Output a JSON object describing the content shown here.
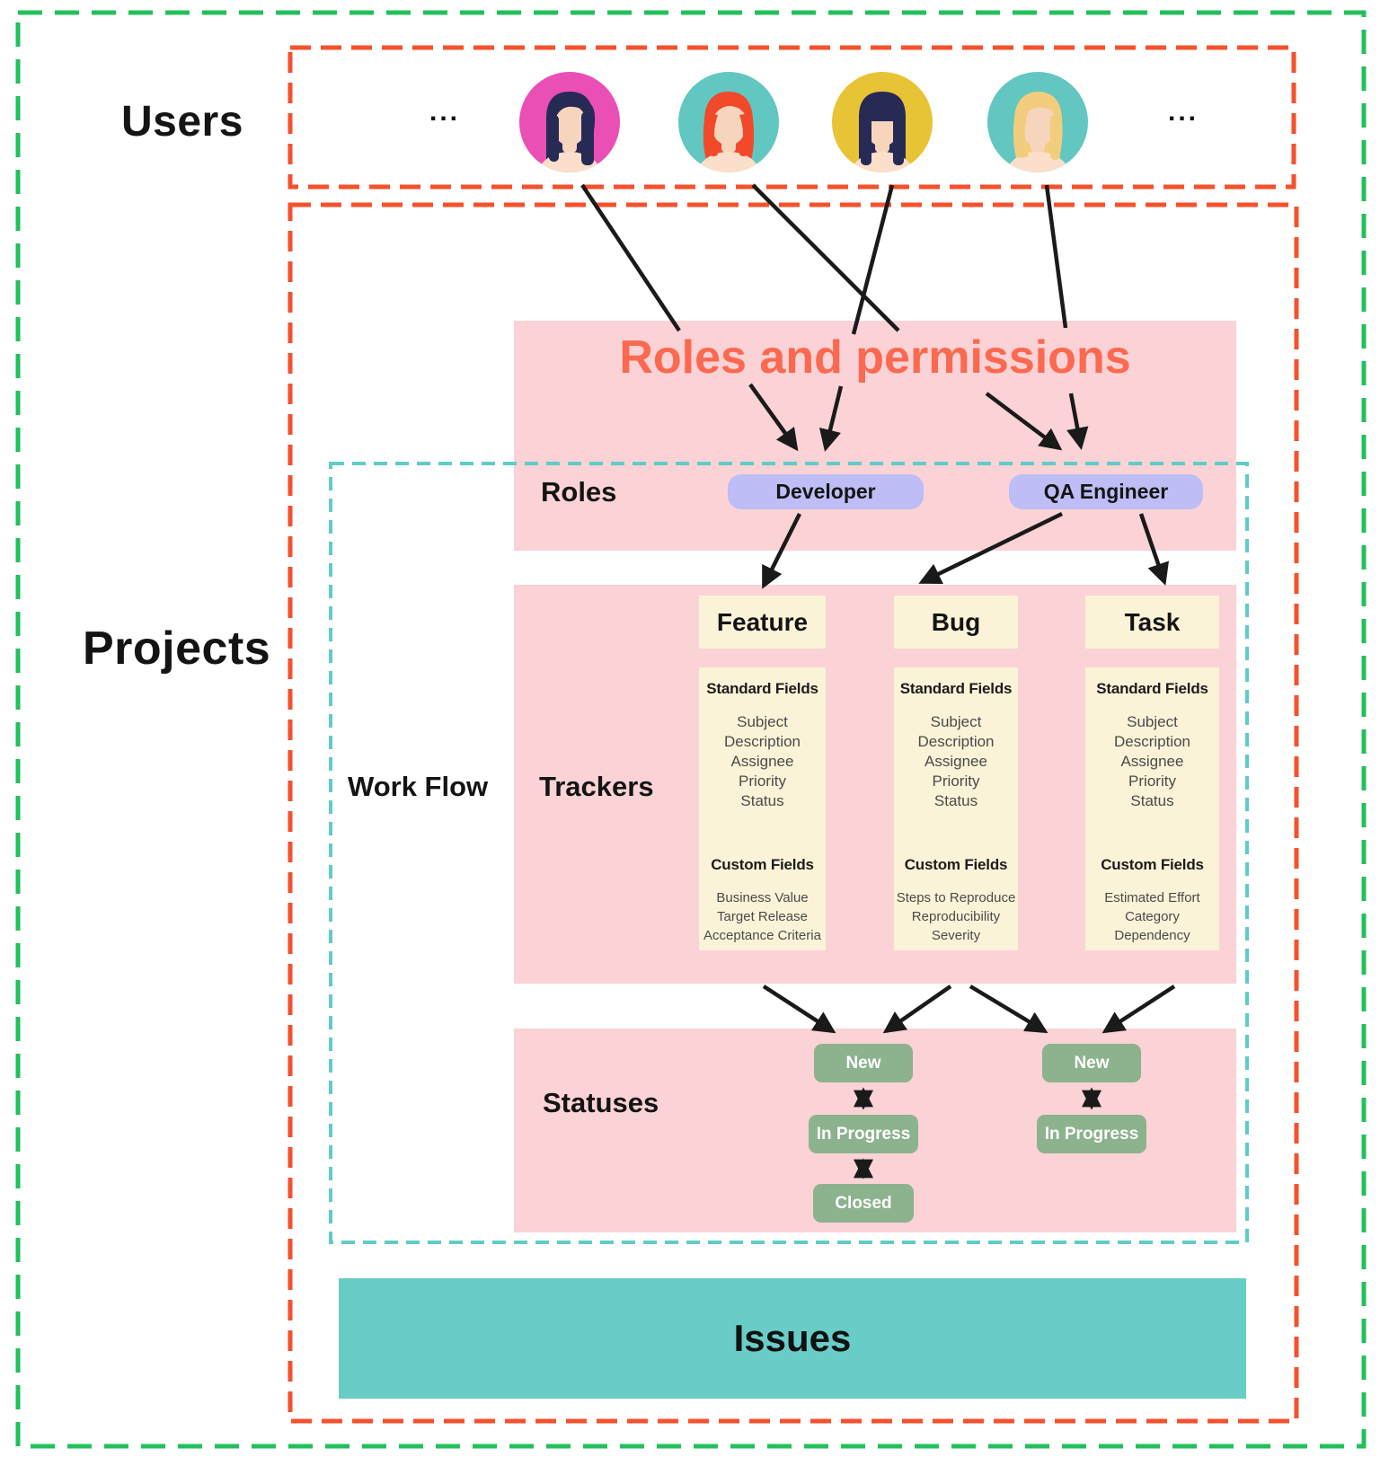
{
  "labels": {
    "users": "Users",
    "projects": "Projects",
    "workflow": "Work Flow",
    "roles": "Roles",
    "trackers": "Trackers",
    "statuses": "Statuses"
  },
  "users_row": {
    "dots_left": "...",
    "dots_right": "...",
    "avatars": [
      {
        "name": "woman-dark-hair-pink-background",
        "bg": "#e94fb5",
        "hair": "#262a55",
        "skin": "#f7d5bd",
        "shirt": "#fbdfca"
      },
      {
        "name": "woman-red-hair-teal-background",
        "bg": "#62c7c0",
        "hair": "#f1492a",
        "skin": "#f7d5bd",
        "shirt": "#fbdfca"
      },
      {
        "name": "woman-bangs-yellow-background",
        "bg": "#e7c436",
        "hair": "#262a55",
        "skin": "#f7d5bd",
        "shirt": "#fbdfca"
      },
      {
        "name": "woman-blonde-hair-teal-background",
        "bg": "#62c7c0",
        "hair": "#f3cd7e",
        "skin": "#f7d5bd",
        "shirt": "#fbdfca"
      }
    ]
  },
  "roles_section": {
    "title": "Roles and permissions",
    "buttons": [
      {
        "label": "Developer"
      },
      {
        "label": "QA Engineer"
      }
    ]
  },
  "trackers_section": {
    "columns": [
      {
        "title": "Feature",
        "standard_fields_title": "Standard Fields",
        "standard_fields": [
          "Subject",
          "Description",
          "Assignee",
          "Priority",
          "Status"
        ],
        "custom_fields_title": "Custom Fields",
        "custom_fields": [
          "Business Value",
          "Target Release",
          "Acceptance Criteria"
        ]
      },
      {
        "title": "Bug",
        "standard_fields_title": "Standard Fields",
        "standard_fields": [
          "Subject",
          "Description",
          "Assignee",
          "Priority",
          "Status"
        ],
        "custom_fields_title": "Custom Fields",
        "custom_fields": [
          "Steps to Reproduce",
          "Reproducibility",
          "Severity"
        ]
      },
      {
        "title": "Task",
        "standard_fields_title": "Standard Fields",
        "standard_fields": [
          "Subject",
          "Description",
          "Assignee",
          "Priority",
          "Status"
        ],
        "custom_fields_title": "Custom Fields",
        "custom_fields": [
          "Estimated Effort",
          "Category",
          "Dependency"
        ]
      }
    ]
  },
  "statuses_section": {
    "left_chain": [
      "New",
      "In Progress",
      "Closed"
    ],
    "right_chain": [
      "New",
      "In Progress"
    ]
  },
  "issues_section": {
    "label": "Issues"
  },
  "colors": {
    "outer_dashed_border": "#22c05b",
    "projects_dashed_border": "#f4512c",
    "users_dashed_border": "#f4512c",
    "workflow_dashed_border": "#5fccc5",
    "panel_pink": "#fbd2d5",
    "title_coral": "#fa6950",
    "role_button_lavender": "#bebdf5",
    "tracker_box_cream": "#faf3d8",
    "status_green": "#8cb28e",
    "issues_teal": "#68cdc7",
    "arrow_black": "#1a1a1a"
  }
}
